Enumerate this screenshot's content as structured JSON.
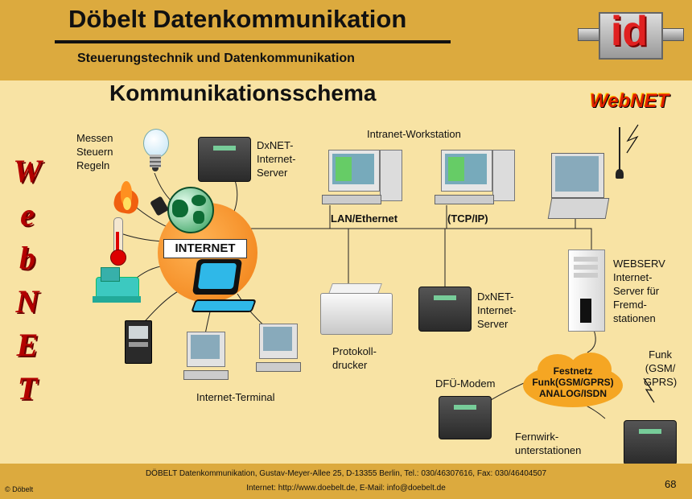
{
  "header": {
    "title": "Döbelt Datenkommunikation",
    "subtitle": "Steuerungstechnik und Datenkommunikation",
    "logo_text": "id"
  },
  "slide_title": "Kommunikationsschema",
  "webnet_logo": "WebNET",
  "vertical_letters": [
    "W",
    "e",
    "b",
    "N",
    "E",
    "T"
  ],
  "labels": {
    "messen": [
      "Messen",
      "Steuern",
      "Regeln"
    ],
    "dxnet_top": [
      "DxNET-",
      "Internet-",
      "Server"
    ],
    "intranet": "Intranet-Workstation",
    "lan": "LAN/Ethernet",
    "tcpip": "(TCP/IP)",
    "internet": "INTERNET",
    "protokoll": [
      "Protokoll-",
      "drucker"
    ],
    "dxnet_mid": [
      "DxNET-",
      "Internet-",
      "Server"
    ],
    "webserv": [
      "WEBSERV",
      "Internet-",
      "Server für",
      "Fremd-",
      "stationen"
    ],
    "terminal": "Internet-Terminal",
    "cloud": [
      "Festnetz",
      "Funk(GSM/GPRS)",
      "ANALOG/ISDN"
    ],
    "funk": [
      "Funk",
      "(GSM/",
      "GPRS)"
    ],
    "dfu": "DFÜ-Modem",
    "fernwirk": [
      "Fernwirk-",
      "unterstationen"
    ]
  },
  "footer": {
    "line1": "DÖBELT Datenkommunikation, Gustav-Meyer-Allee 25, D-13355 Berlin, Tel.: 030/46307616, Fax: 030/46404507",
    "line2": "Internet: http://www.doebelt.de, E-Mail: info@doebelt.de",
    "copyright": "© Döbelt",
    "page": "68"
  },
  "colors": {
    "header_bg": "#dcaa3e",
    "slide_bg": "#f8e3a4",
    "accent_red": "#b30000",
    "cloud": "#f5a623",
    "internet_orange": "#f7962a"
  }
}
